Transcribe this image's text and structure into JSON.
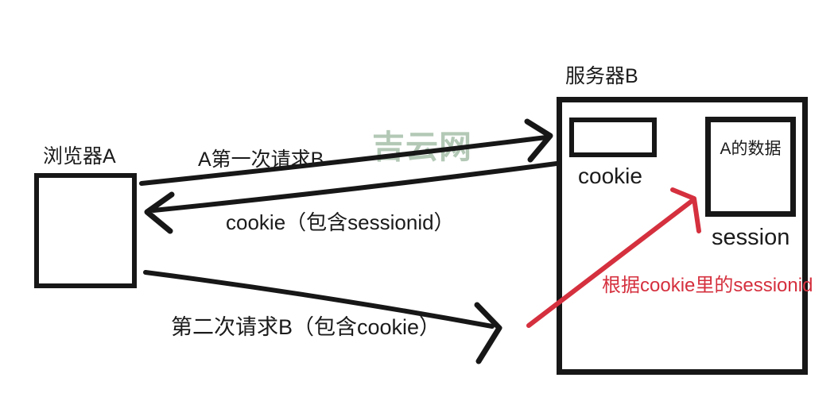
{
  "watermark": {
    "text": "吉云网",
    "color": "#b3c9b6"
  },
  "browser": {
    "label": "浏览器A"
  },
  "server": {
    "label": "服务器B",
    "cookie_box_label": "cookie",
    "session_box_label": "session",
    "session_data_label": "A的数据"
  },
  "arrows": {
    "first_request": {
      "label": "A第一次请求B",
      "direction": "browser-to-server",
      "color": "#171717"
    },
    "cookie_response": {
      "label": "cookie（包含sessionid）",
      "direction": "server-to-browser",
      "color": "#171717"
    },
    "second_request": {
      "label": "第二次请求B（包含cookie）",
      "direction": "browser-to-server",
      "color": "#171717"
    },
    "session_lookup": {
      "label": "根据cookie里的sessionid",
      "direction": "to-session-box",
      "color": "#d5303e"
    }
  },
  "colors": {
    "ink": "#171717",
    "red": "#d5303e",
    "watermark": "#b3c9b6"
  }
}
